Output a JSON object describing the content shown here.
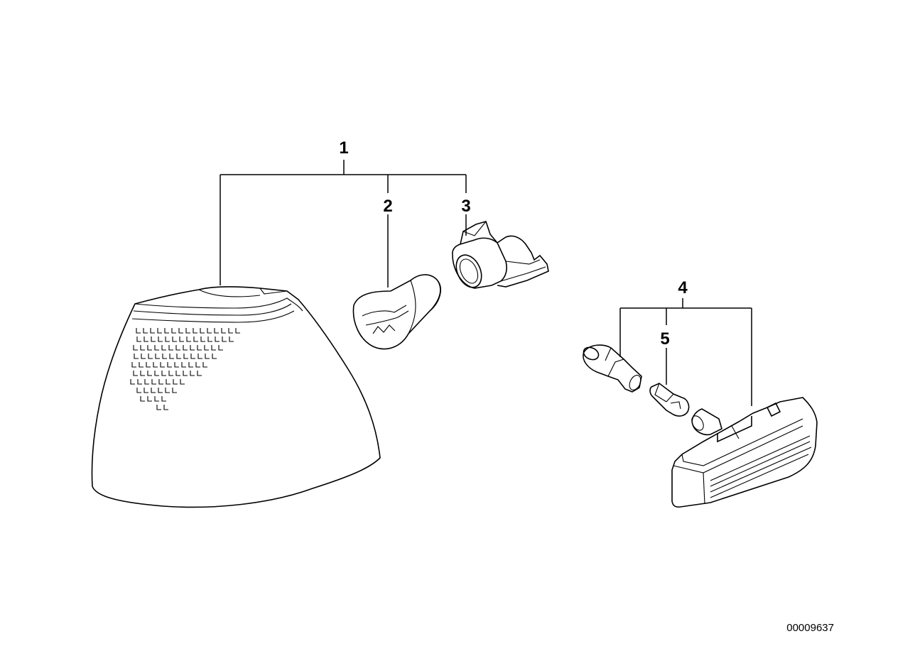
{
  "callouts": [
    {
      "label": "1"
    },
    {
      "label": "2"
    },
    {
      "label": "3"
    },
    {
      "label": "4"
    },
    {
      "label": "5"
    }
  ],
  "diagram_number": "00009637"
}
